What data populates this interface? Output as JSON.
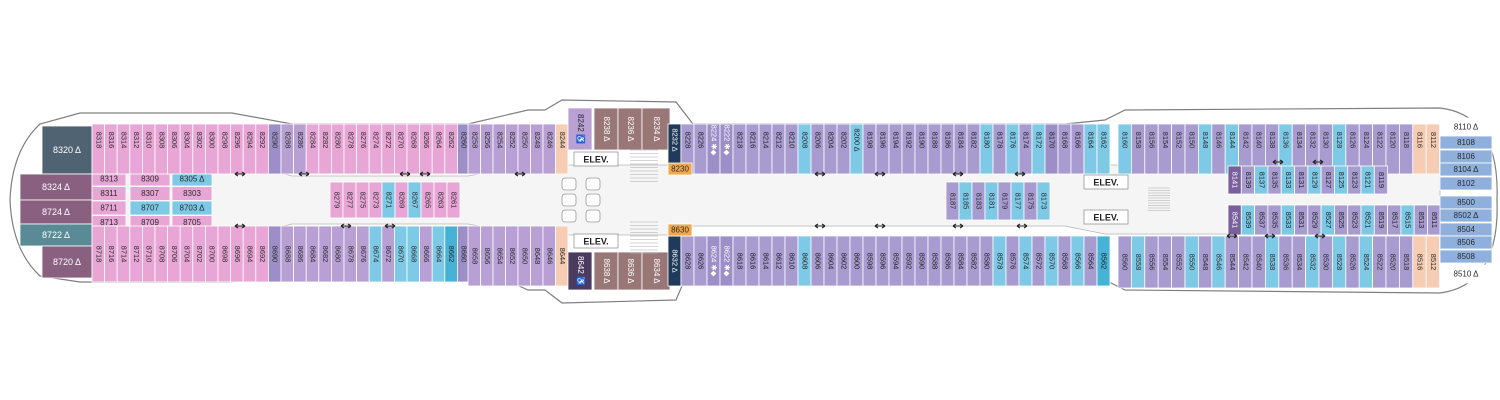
{
  "colors": {
    "inside": "#e8a6d6",
    "oceanview": "#b9a0d4",
    "balcony": "#a79bd0",
    "balcony2": "#9c8fc8",
    "premium": "#7ec9e6",
    "aqua": "#46b3d6",
    "aft_suite": "#7a5f9d",
    "suite_brown": "#9a7777",
    "suite_dark": "#4b3b5e",
    "navy": "#1f3a5a",
    "gold": "#f0a84e",
    "peach": "#f6cdb3",
    "corner_slate": "#4f6373",
    "corner_mauve": "#8a6080",
    "corner_teal": "#5a8a96",
    "fwd_suite": "#8fb0dc",
    "hull": "#ffffff",
    "hull_line": "#7f7f7f"
  },
  "labels": {
    "elev": "ELEV.",
    "accessible_icon": "wheelchair-icon",
    "feature_icon": "triangle-icon"
  },
  "cabins": {
    "aft_corner": [
      "8320 Δ",
      "8324 Δ",
      "8724 Δ",
      "8722 Δ",
      "8720 Δ"
    ],
    "aft_inner_top": [
      "8313",
      "8311",
      "8711",
      "8713"
    ],
    "aft_inner_mid": [
      "8309",
      "8307",
      "8707",
      "8709"
    ],
    "aft_inner_right": [
      "8305 Δ",
      "8303",
      "8703 Δ",
      "8705"
    ],
    "top_aft": [
      "8318",
      "8316",
      "8314",
      "8312",
      "8310",
      "8308",
      "8306",
      "8304",
      "8302",
      "8300",
      "8298",
      "8296",
      "8294",
      "8292",
      "8290",
      "8288",
      "8286",
      "8284",
      "8282",
      "8280",
      "8278",
      "8276",
      "8274",
      "8272",
      "8270",
      "8268",
      "8266",
      "8264",
      "8262",
      "8260"
    ],
    "bottom_aft": [
      "8718",
      "8716",
      "8714",
      "8712",
      "8710",
      "8708",
      "8706",
      "8704",
      "8702",
      "8700",
      "8698",
      "8696",
      "8694",
      "8692",
      "8690",
      "8688",
      "8686",
      "8684",
      "8682",
      "8680",
      "8678",
      "8676",
      "8674",
      "8672",
      "8670",
      "8668",
      "8666",
      "8664",
      "8662",
      "8660"
    ],
    "inner_aft": [
      "8279",
      "8277",
      "8275",
      "8273",
      "8271",
      "8269",
      "8267",
      "8265",
      "8263",
      "8261"
    ],
    "top_mid1": [
      "8258",
      "8256",
      "8254",
      "8252",
      "8250",
      "8248",
      "8246",
      "8244"
    ],
    "bottom_mid1": [
      "8658",
      "8656",
      "8654",
      "8652",
      "8650",
      "8648",
      "8646",
      "8644"
    ],
    "top_suites": [
      "8242 ♿",
      "8238 Δ",
      "8236 Δ",
      "8234 Δ"
    ],
    "bottom_suites": [
      "8642 ♿",
      "8638 Δ",
      "8636 Δ",
      "8634 Δ"
    ],
    "top_mid2": [
      "8232 Δ",
      "8228",
      "8226",
      "8224 ✱◆",
      "8222 ✱◆",
      "8218",
      "8216",
      "8214",
      "8212",
      "8210",
      "8208",
      "8206",
      "8204",
      "8202",
      "8200 Δ",
      "8198",
      "8196",
      "8194",
      "8192",
      "8190",
      "8188",
      "8186",
      "8184",
      "8182",
      "8180",
      "8178",
      "8176",
      "8174",
      "8172",
      "8170",
      "8168",
      "8166",
      "8164",
      "8162"
    ],
    "bottom_mid2": [
      "8632 Δ",
      "8628",
      "8626",
      "8624 ✱◆",
      "8622 ✱◆",
      "8618",
      "8616",
      "8614",
      "8612",
      "8610",
      "8608",
      "8606",
      "8604",
      "8602",
      "8600",
      "8598",
      "8596",
      "8594",
      "8592",
      "8590",
      "8588",
      "8586",
      "8584",
      "8582",
      "8580",
      "8578",
      "8576",
      "8574",
      "8572",
      "8570",
      "8568",
      "8566",
      "8564",
      "8562"
    ],
    "gold_top": "8230",
    "gold_bottom": "8630",
    "inner_mid": [
      "8187",
      "8185",
      "8183",
      "8181",
      "8179",
      "8177",
      "8175",
      "8173"
    ],
    "top_fwd": [
      "8160",
      "8158",
      "8156",
      "8154",
      "8152",
      "8150",
      "8148",
      "8146",
      "8144",
      "8142",
      "8140",
      "8138",
      "8136",
      "8134",
      "8132",
      "8130",
      "8128",
      "8126",
      "8124",
      "8122",
      "8120",
      "8118",
      "8116",
      "8112"
    ],
    "bottom_fwd": [
      "8560",
      "8558",
      "8556",
      "8554",
      "8552",
      "8550",
      "8548",
      "8546",
      "8544",
      "8542",
      "8540",
      "8538",
      "8536",
      "8534",
      "8532",
      "8530",
      "8528",
      "8526",
      "8524",
      "8522",
      "8520",
      "8518",
      "8516",
      "8512"
    ],
    "inner_fwd_top": [
      "8141",
      "8139",
      "8137",
      "8135",
      "8133",
      "8131",
      "8129",
      "8127",
      "8125",
      "8123",
      "8121",
      "8119"
    ],
    "inner_fwd_bottom": [
      "8541",
      "8539",
      "8537",
      "8535",
      "8533",
      "8531",
      "8529",
      "8527",
      "8525",
      "8523",
      "8521",
      "8519",
      "8517",
      "8515",
      "8513",
      "8511"
    ],
    "bow_stack": [
      "8110 Δ",
      "8108",
      "8106",
      "8104 Δ",
      "8102",
      "8500",
      "8502 Δ",
      "8504",
      "8506",
      "8508",
      "8510 Δ"
    ]
  }
}
